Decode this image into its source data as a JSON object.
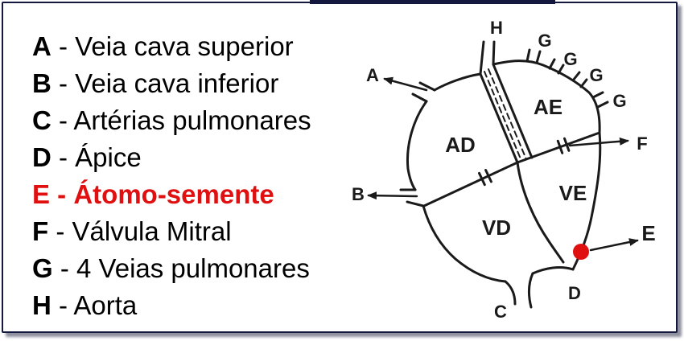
{
  "legend": {
    "separator": " - ",
    "items": [
      {
        "letter": "A",
        "text": "Veia cava superior"
      },
      {
        "letter": "B",
        "text": "Veia cava inferior"
      },
      {
        "letter": "C",
        "text": "Artérias pulmonares"
      },
      {
        "letter": "D",
        "text": "Ápice"
      },
      {
        "letter": "E",
        "text": "Átomo-semente",
        "highlight": true
      },
      {
        "letter": "F",
        "text": "Válvula Mitral"
      },
      {
        "letter": "G",
        "text": "4 Veias pulmonares"
      },
      {
        "letter": "H",
        "text": "Aorta"
      }
    ]
  },
  "diagram": {
    "chambers": {
      "ad": "AD",
      "ae": "AE",
      "vd": "VD",
      "ve": "VE"
    },
    "markers": {
      "a": "A",
      "b": "B",
      "c": "C",
      "d": "D",
      "e": "E",
      "f": "F",
      "g": [
        "G",
        "G",
        "G",
        "G"
      ],
      "h": "H"
    }
  },
  "colors": {
    "text": "#000000",
    "highlight": "#e01010",
    "frame": "#14183f",
    "line": "#1a1a1a"
  }
}
